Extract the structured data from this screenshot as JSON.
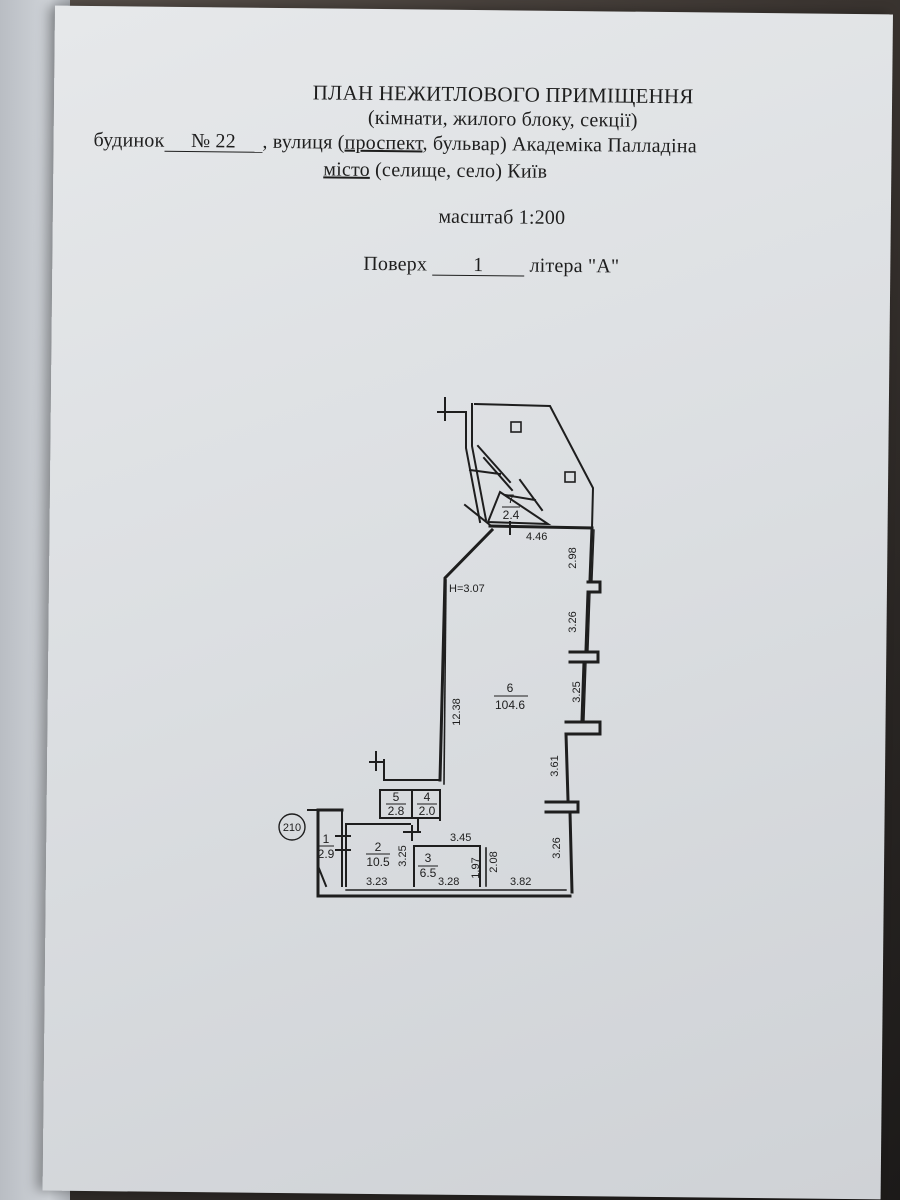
{
  "header": {
    "title": "ПЛАН НЕЖИТЛОВОГО ПРИМІЩЕННЯ",
    "subtitle": "(кімнати, жилого блоку, секції)",
    "building_label": "будинок",
    "building_number": "№ 22",
    "street_prefix": ", вулиця (",
    "street_type_selected": "проспект",
    "street_suffix": ", бульвар) Академіка Палладіна",
    "city_label": "місто",
    "city_rest": " (селище, село) Київ",
    "scale": "масштаб 1:200",
    "floor_label": "Поверх",
    "floor_number": "1",
    "letter": "літера \"А\""
  },
  "plan": {
    "building_tag": "210",
    "height_note": "H=3.07",
    "rooms": [
      {
        "number": "1",
        "area": "2.9"
      },
      {
        "number": "2",
        "area": "10.5"
      },
      {
        "number": "3",
        "area": "6.5"
      },
      {
        "number": "4",
        "area": "2.0"
      },
      {
        "number": "5",
        "area": "2.8"
      },
      {
        "number": "6",
        "area": "104.6"
      },
      {
        "number": "7",
        "area": "2.4"
      }
    ],
    "dimensions": {
      "top": "4.46",
      "right_1": "2.98",
      "right_2": "3.26",
      "right_3": "3.25",
      "right_4": "3.61",
      "right_5": "3.26",
      "left_long": "12.38",
      "d_345": "3.45",
      "d_325": "3.25",
      "d_208": "2.08",
      "d_197": "1.97",
      "bottom_1": "3.23",
      "bottom_2": "3.28",
      "bottom_3": "3.82"
    }
  }
}
